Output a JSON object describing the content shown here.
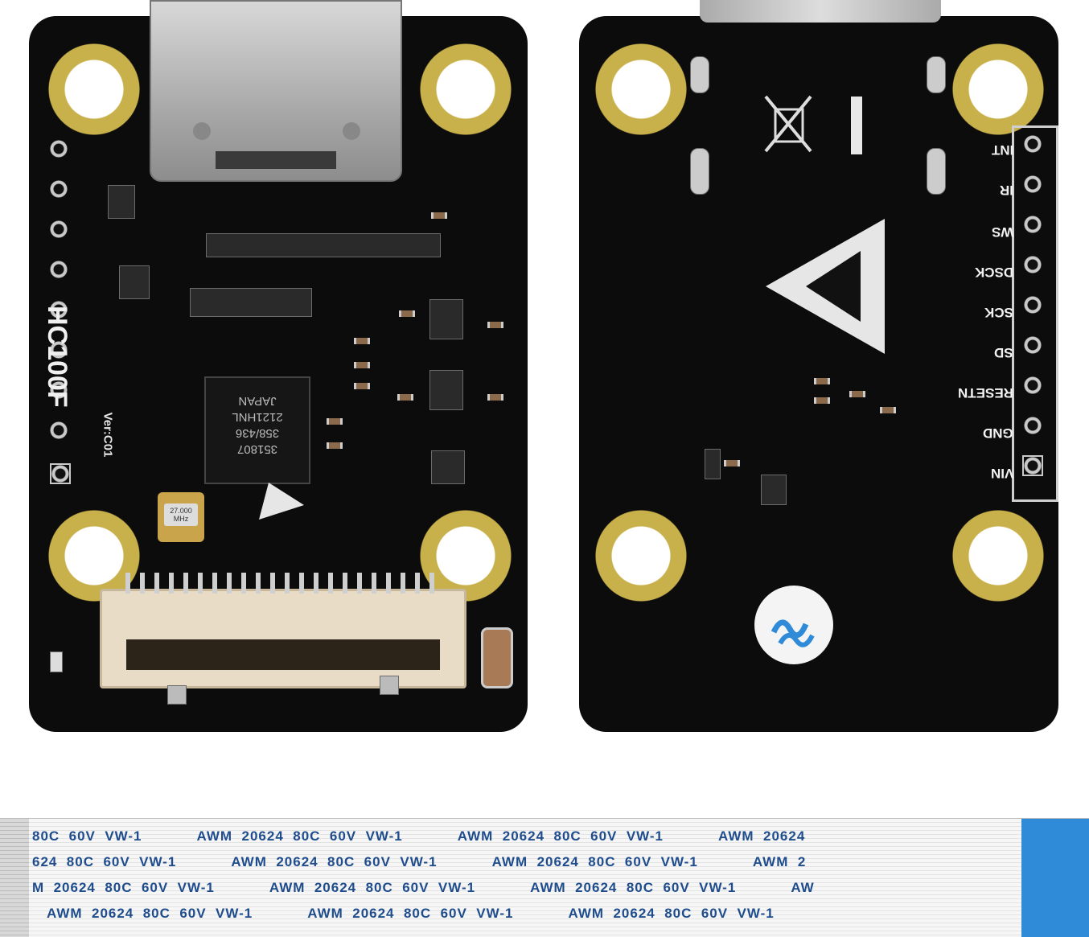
{
  "front": {
    "model_label": "HC100F",
    "version_label": "Ver:C01",
    "chip_lines": [
      "351807",
      "358/436",
      "2121HNL",
      "JAPAN"
    ],
    "crystal_label": "27.000 MHz"
  },
  "back": {
    "pin_labels": [
      "INT",
      "IR",
      "WS",
      "DSCK",
      "SCK",
      "SD",
      "RESETN",
      "GND",
      "VIN"
    ]
  },
  "ribbon": {
    "lines": [
      "80C  60V  VW-1            AWM  20624  80C  60V  VW-1            AWM  20624  80C  60V  VW-1            AWM  20624",
      "624  80C  60V  VW-1            AWM  20624  80C  60V  VW-1            AWM  20624  80C  60V  VW-1            AWM  2",
      "M  20624  80C  60V  VW-1            AWM  20624  80C  60V  VW-1            AWM  20624  80C  60V  VW-1            AW",
      "AWM  20624  80C  60V  VW-1            AWM  20624  80C  60V  VW-1            AWM  20624  80C  60V  VW-1"
    ]
  },
  "colors": {
    "pcb": "#0c0c0c",
    "pad_gold": "#c8b04a",
    "ribbon_print": "#1e4c8c",
    "ribbon_tab": "#2f8ad7"
  }
}
